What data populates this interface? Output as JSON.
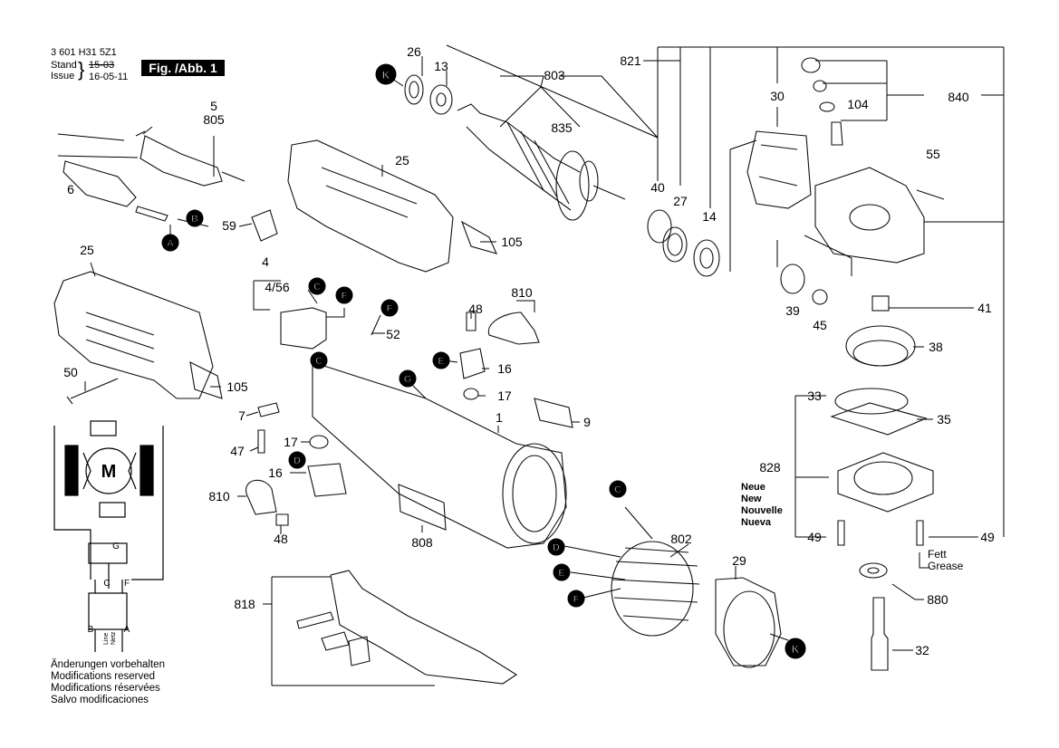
{
  "header": {
    "part_number": "3 601 H31 5Z1",
    "stand_label": "Stand",
    "issue_label": "Issue",
    "stand_date": "15-03",
    "issue_date": "16-05-11",
    "figure_label": "Fig. /Abb. 1"
  },
  "callouts": [
    {
      "id": "c26",
      "text": "26"
    },
    {
      "id": "c13",
      "text": "13"
    },
    {
      "id": "c803",
      "text": "803"
    },
    {
      "id": "c835",
      "text": "835"
    },
    {
      "id": "c821",
      "text": "821"
    },
    {
      "id": "c30",
      "text": "30"
    },
    {
      "id": "c104",
      "text": "104"
    },
    {
      "id": "c840",
      "text": "840"
    },
    {
      "id": "c5",
      "text": "5"
    },
    {
      "id": "c805",
      "text": "805"
    },
    {
      "id": "c25a",
      "text": "25"
    },
    {
      "id": "c6",
      "text": "6"
    },
    {
      "id": "c59",
      "text": "59"
    },
    {
      "id": "c105a",
      "text": "105"
    },
    {
      "id": "c40",
      "text": "40"
    },
    {
      "id": "c27",
      "text": "27"
    },
    {
      "id": "c14",
      "text": "14"
    },
    {
      "id": "c55",
      "text": "55"
    },
    {
      "id": "c25b",
      "text": "25"
    },
    {
      "id": "c4",
      "text": "4"
    },
    {
      "id": "c456",
      "text": "4/56"
    },
    {
      "id": "c810a",
      "text": "810"
    },
    {
      "id": "c48a",
      "text": "48"
    },
    {
      "id": "c52",
      "text": "52"
    },
    {
      "id": "c39",
      "text": "39"
    },
    {
      "id": "c45",
      "text": "45"
    },
    {
      "id": "c41",
      "text": "41"
    },
    {
      "id": "c38",
      "text": "38"
    },
    {
      "id": "c50",
      "text": "50"
    },
    {
      "id": "c105b",
      "text": "105"
    },
    {
      "id": "c16a",
      "text": "16"
    },
    {
      "id": "c17a",
      "text": "17"
    },
    {
      "id": "c33",
      "text": "33"
    },
    {
      "id": "c35",
      "text": "35"
    },
    {
      "id": "c1",
      "text": "1"
    },
    {
      "id": "c9",
      "text": "9"
    },
    {
      "id": "c7",
      "text": "7"
    },
    {
      "id": "c47",
      "text": "47"
    },
    {
      "id": "c17b",
      "text": "17"
    },
    {
      "id": "c16b",
      "text": "16"
    },
    {
      "id": "c828",
      "text": "828"
    },
    {
      "id": "c810b",
      "text": "810"
    },
    {
      "id": "c48b",
      "text": "48"
    },
    {
      "id": "c808",
      "text": "808"
    },
    {
      "id": "c802",
      "text": "802"
    },
    {
      "id": "c49a",
      "text": "49"
    },
    {
      "id": "c49b",
      "text": "49"
    },
    {
      "id": "c29",
      "text": "29"
    },
    {
      "id": "c818",
      "text": "818"
    },
    {
      "id": "c880",
      "text": "880"
    },
    {
      "id": "c32",
      "text": "32"
    }
  ],
  "markers": [
    {
      "id": "mKa",
      "text": "K"
    },
    {
      "id": "mB",
      "text": "B"
    },
    {
      "id": "mA",
      "text": "A"
    },
    {
      "id": "mC1",
      "text": "C"
    },
    {
      "id": "mF1",
      "text": "F"
    },
    {
      "id": "mF2",
      "text": "F"
    },
    {
      "id": "mC2",
      "text": "C"
    },
    {
      "id": "mG",
      "text": "G"
    },
    {
      "id": "mE1",
      "text": "E"
    },
    {
      "id": "mD1",
      "text": "D"
    },
    {
      "id": "mC3",
      "text": "C"
    },
    {
      "id": "mD2",
      "text": "D"
    },
    {
      "id": "mE2",
      "text": "E"
    },
    {
      "id": "mF3",
      "text": "F"
    },
    {
      "id": "mKb",
      "text": "K"
    }
  ],
  "kit_variants": [
    "Neue",
    "New",
    "Nouvelle",
    "Nueva"
  ],
  "grease_note": [
    "Fett",
    "Grease"
  ],
  "schematic": {
    "motor": "M",
    "switch": "G",
    "pins": [
      "C",
      "F"
    ],
    "line_terms": [
      "B",
      "A"
    ],
    "line_labels": [
      "Line",
      "Netz"
    ]
  },
  "footer_notes": [
    "Änderungen vorbehalten",
    "Modifications reserved",
    "Modifications réservées",
    "Salvo modificaciones"
  ]
}
